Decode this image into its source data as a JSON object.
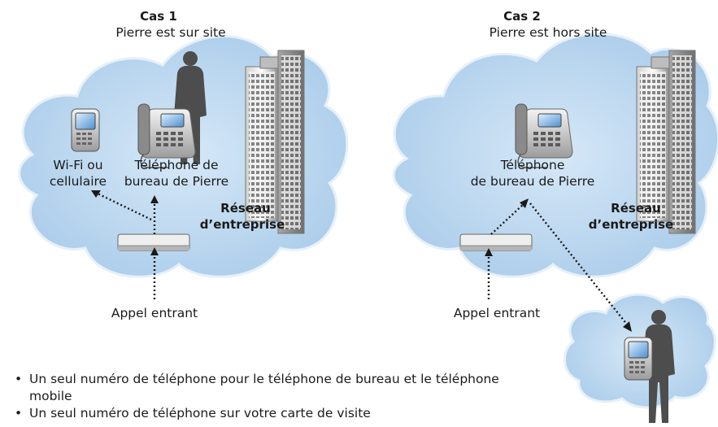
{
  "case1": {
    "title": "Cas 1",
    "subtitle": "Pierre est sur site",
    "mobile_label": [
      "Wi-Fi ou",
      "cellulaire"
    ],
    "phone_label": [
      "Téléphone de",
      "bureau de Pierre"
    ],
    "network_label": [
      "Réseau",
      "d’entreprise"
    ],
    "incoming_label": "Appel entrant"
  },
  "case2": {
    "title": "Cas 2",
    "subtitle": "Pierre est hors site",
    "phone_label": [
      "Téléphone",
      "de bureau de Pierre"
    ],
    "network_label": [
      "Réseau",
      "d’entreprise"
    ],
    "incoming_label": "Appel entrant"
  },
  "bullets": [
    "Un seul numéro de téléphone pour le téléphone de bureau et le téléphone mobile",
    "Un seul numéro de téléphone sur votre carte de visite"
  ],
  "colors": {
    "cloud": "#b9d6ee",
    "cloud_edge": "#e8f2fb",
    "building": "#9a9a9a",
    "person": "#4d4d4d"
  }
}
